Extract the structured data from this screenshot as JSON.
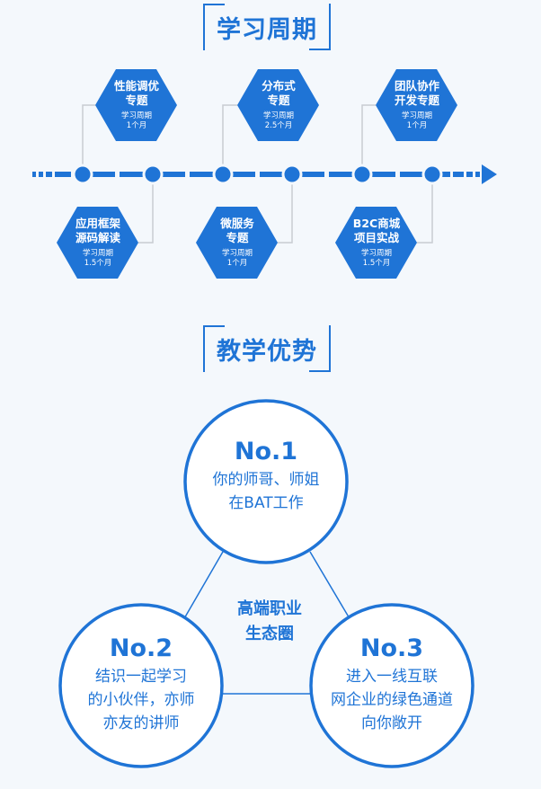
{
  "section1": {
    "title": "学习周期"
  },
  "section2": {
    "title": "教学优势"
  },
  "colors": {
    "accent": "#1f74d6",
    "background": "#f4f8fc"
  },
  "timeline": {
    "top": [
      {
        "name": "性能调优\n专题",
        "period_label": "学习周期",
        "duration": "1个月"
      },
      {
        "name": "分布式\n专题",
        "period_label": "学习周期",
        "duration": "2.5个月"
      },
      {
        "name": "团队协作\n开发专题",
        "period_label": "学习周期",
        "duration": "1个月"
      }
    ],
    "bottom": [
      {
        "name": "应用框架\n源码解读",
        "period_label": "学习周期",
        "duration": "1.5个月"
      },
      {
        "name": "微服务\n专题",
        "period_label": "学习周期",
        "duration": "1个月"
      },
      {
        "name": "B2C商城\n项目实战",
        "period_label": "学习周期",
        "duration": "1.5个月"
      }
    ]
  },
  "advantages": {
    "center": "高端职业\n生态圈",
    "items": [
      {
        "no": "No.1",
        "desc": "你的师哥、师姐\n在BAT工作"
      },
      {
        "no": "No.2",
        "desc": "结识一起学习\n的小伙伴，亦师\n亦友的讲师"
      },
      {
        "no": "No.3",
        "desc": "进入一线互联\n网企业的绿色通道\n向你敞开"
      }
    ]
  }
}
